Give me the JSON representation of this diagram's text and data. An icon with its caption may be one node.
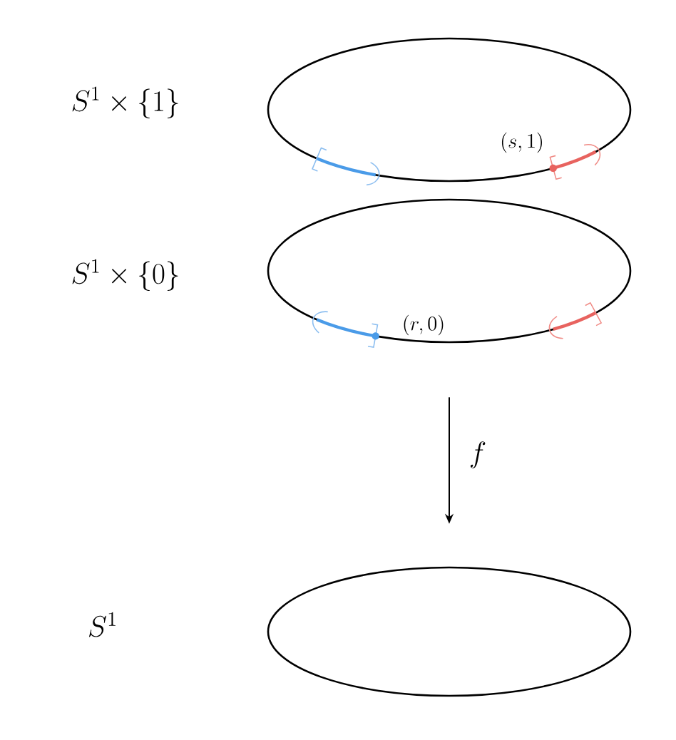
{
  "diagram": {
    "nodes": [
      {
        "text": [],
        "shape": "ellipse"
      },
      {
        "text": [],
        "shape": "ellipse"
      },
      {
        "text": [],
        "shape": "ellipse"
      }
    ],
    "edges": [
      {
        "from": 1,
        "to": 2,
        "arrow": "to",
        "label": "f"
      }
    ],
    "labels": [
      "S^1 \\times \\{1\\}",
      "(s,1)",
      "S^1 \\times \\{0\\}",
      "(r,0)",
      "S^1"
    ]
  }
}
